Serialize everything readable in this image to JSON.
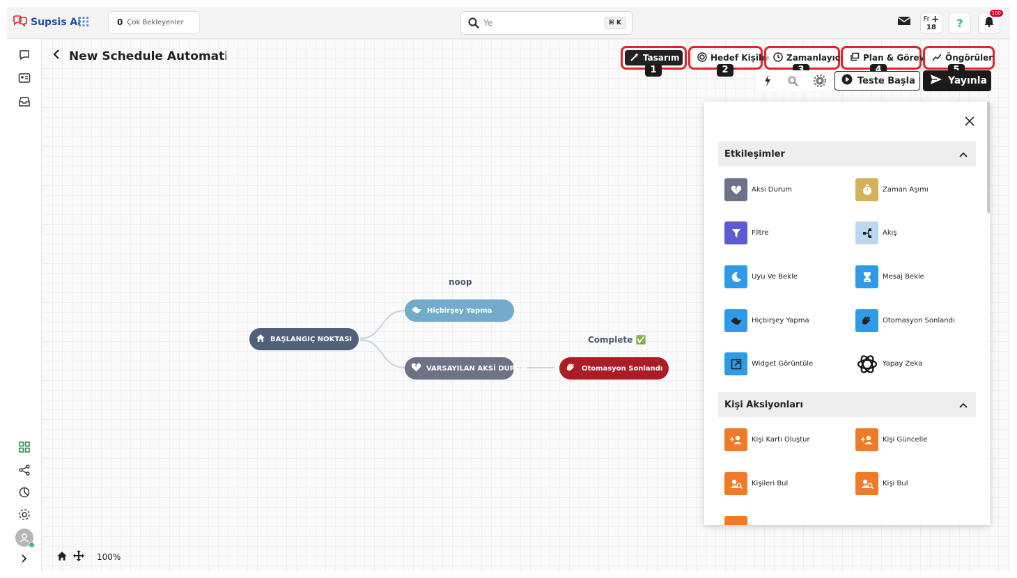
{
  "app": {
    "name": "Supsis Ai"
  },
  "pending": {
    "count": "0",
    "label": "Çok Bekleyenler"
  },
  "search": {
    "placeholder": "Ye",
    "shortcut": "⌘ K"
  },
  "calendar": {
    "weekday": "Fr",
    "day": "18"
  },
  "notifications": {
    "count": "100"
  },
  "page": {
    "title": "New Schedule Automati"
  },
  "tabs": [
    {
      "label": "Tasarım",
      "number": "1"
    },
    {
      "label": "Hedef Kişiler",
      "number": "2"
    },
    {
      "label": "Zamanlayıcı",
      "number": "3"
    },
    {
      "label": "Plan & Görev",
      "number": "4"
    },
    {
      "label": "Öngörüler",
      "number": "5"
    }
  ],
  "actions": {
    "test": "Teste Başla",
    "publish": "Yayınla"
  },
  "flow": {
    "start": "BAŞLANGIÇ NOKTASI",
    "noop_label": "noop",
    "noop_node": "Hiçbirşey Yapma",
    "default_node": "VARSAYILAN AKSİ DURUM",
    "complete_label": "Complete ✅",
    "end_node": "Otomasyon Sonlandı"
  },
  "zoom": {
    "level": "100%"
  },
  "panel": {
    "interactions_title": "Etkileşimler",
    "interactions": [
      {
        "label": "Aksi Durum",
        "icon": "broken-heart-icon",
        "color": "#6c7288"
      },
      {
        "label": "Zaman Aşımı",
        "icon": "stopwatch-icon",
        "color": "#d3b25a"
      },
      {
        "label": "Filtre",
        "icon": "filter-icon",
        "color": "#5b5bd6"
      },
      {
        "label": "Akış",
        "icon": "flow-icon",
        "color": "#bcd7f2"
      },
      {
        "label": "Uyu Ve Bekle",
        "icon": "moon-icon",
        "color": "#2f9be8"
      },
      {
        "label": "Mesaj Bekle",
        "icon": "hourglass-icon",
        "color": "#2f9be8"
      },
      {
        "label": "Hiçbirşey Yapma",
        "icon": "handshake-icon",
        "color": "#2f9be8"
      },
      {
        "label": "Otomasyon Sonlandı",
        "icon": "clap-icon",
        "color": "#2f9be8"
      },
      {
        "label": "Widget Görüntüle",
        "icon": "open-external-icon",
        "color": "#2f9be8"
      },
      {
        "label": "Yapay Zeka",
        "icon": "openai-icon",
        "color": "#ffffff"
      }
    ],
    "contacts_title": "Kişi Aksiyonları",
    "contacts": [
      {
        "label": "Kişi Kartı Oluştur",
        "icon": "user-add-icon",
        "color": "#f07a27"
      },
      {
        "label": "Kişi Güncelle",
        "icon": "user-edit-icon",
        "color": "#f07a27"
      },
      {
        "label": "Kişileri Bul",
        "icon": "user-search-icon",
        "color": "#f07a27"
      },
      {
        "label": "Kişi Bul",
        "icon": "user-search-icon",
        "color": "#f07a27"
      }
    ]
  }
}
